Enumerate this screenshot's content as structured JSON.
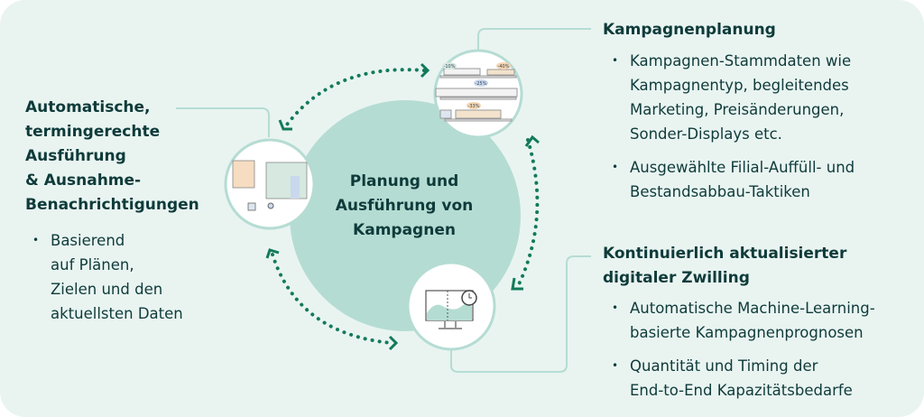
{
  "center": {
    "title": "Planung und Ausführung von Kampagnen"
  },
  "left": {
    "heading": [
      "Automatische,",
      "termingerechte",
      "Ausführung",
      "& Ausnahme-",
      "Benachrichtigungen"
    ],
    "bullets": [
      [
        "Basierend",
        "auf Plänen,",
        "Zielen und den",
        "aktuellsten Daten"
      ]
    ]
  },
  "top_right": {
    "heading": "Kampagnenplanung",
    "bullets": [
      [
        "Kampagnen-Stammdaten wie",
        "Kampagnentyp, begleitendes",
        "Marketing, Preisänderungen,",
        "Sonder-Displays etc."
      ],
      [
        "Ausgewählte Filial-Auffüll- und",
        "Bestandsabbau-Taktiken"
      ]
    ]
  },
  "bottom_right": {
    "heading": [
      "Kontinuierlich aktualisierter",
      "digitaler Zwilling"
    ],
    "bullets": [
      [
        "Automatische Machine-Learning-",
        "basierte Kampagnenprognosen"
      ],
      [
        "Quantität und Timing der",
        "End-to-End Kapazitätsbedarfe"
      ]
    ]
  },
  "illustrations": {
    "shelf_badges": [
      "-25%",
      "-33%",
      "-40%",
      "-10%"
    ]
  },
  "colors": {
    "background": "#e9f4f1",
    "center_circle": "#b5dcd3",
    "arrows": "#137a5a",
    "text": "#0e3b3a",
    "lines": "#b5dcd3"
  }
}
